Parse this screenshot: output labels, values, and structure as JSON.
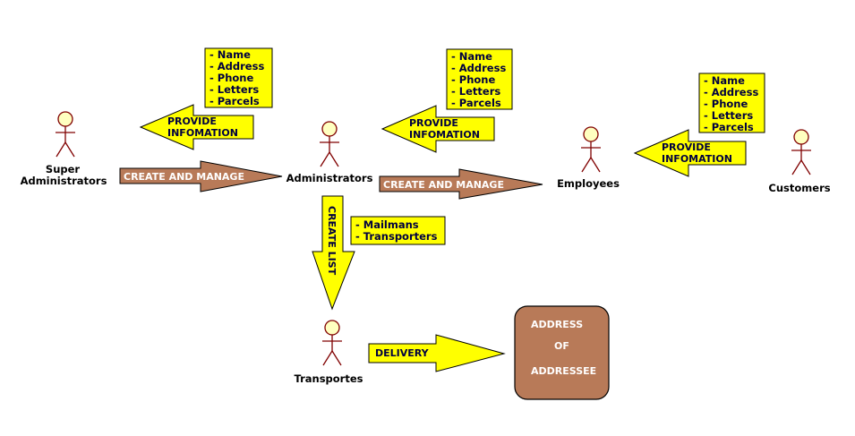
{
  "colors": {
    "yellow": "#ffff00",
    "brown": "#b87a58",
    "actor_head": "#ffffc0",
    "actor_stroke": "#800000",
    "outline": "#000000"
  },
  "actors": [
    {
      "id": "super-administrators",
      "lines": [
        "Super",
        "Administrators"
      ]
    },
    {
      "id": "administrators",
      "lines": [
        "Administrators"
      ]
    },
    {
      "id": "employees",
      "lines": [
        "Employees"
      ]
    },
    {
      "id": "customers",
      "lines": [
        "Customers"
      ]
    },
    {
      "id": "transportes",
      "lines": [
        "Transportes"
      ]
    }
  ],
  "arrows": {
    "provide_1": {
      "lines": [
        "PROVIDE",
        "INFOMATION"
      ],
      "direction": "left"
    },
    "provide_2": {
      "lines": [
        "PROVIDE",
        "INFOMATION"
      ],
      "direction": "left"
    },
    "provide_3": {
      "lines": [
        "PROVIDE",
        "INFOMATION"
      ],
      "direction": "left"
    },
    "create_manage_1": {
      "label": "CREATE AND MANAGE",
      "direction": "right"
    },
    "create_manage_2": {
      "label": "CREATE AND MANAGE",
      "direction": "right"
    },
    "create_list": {
      "label": "CREATE LIST",
      "direction": "down"
    },
    "delivery": {
      "label": "DELIVERY",
      "direction": "right"
    }
  },
  "notes": {
    "info_1": [
      "- Name",
      "- Address",
      "- Phone",
      "- Letters",
      "- Parcels"
    ],
    "info_2": [
      "- Name",
      "- Address",
      "- Phone",
      "- Letters",
      "- Parcels"
    ],
    "info_3": [
      "- Name",
      "- Address",
      "- Phone",
      "- Letters",
      "- Parcels"
    ],
    "staff": [
      "- Mailmans",
      "- Transporters"
    ]
  },
  "destination": {
    "lines": [
      "ADDRESS",
      "OF",
      "ADDRESSEE"
    ]
  }
}
